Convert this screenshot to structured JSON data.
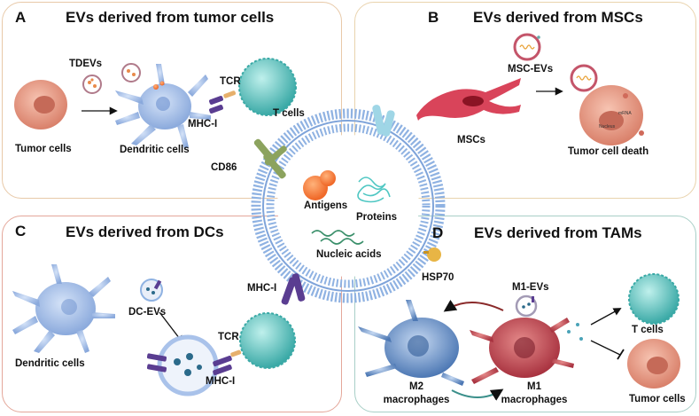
{
  "panels": {
    "A": {
      "letter": "A",
      "title": "EVs derived from tumor cells"
    },
    "B": {
      "letter": "B",
      "title": "EVs derived from MSCs"
    },
    "C": {
      "letter": "C",
      "title": "EVs derived from DCs"
    },
    "D": {
      "letter": "D",
      "title": "EVs derived from TAMs"
    }
  },
  "labels": {
    "tdevs": "TDEVs",
    "tumor_cells": "Tumor cells",
    "dendritic_cells_a": "Dendritic cells",
    "tcr_a": "TCR",
    "mhc1_a": "MHC-I",
    "t_cells_a": "T cells",
    "msc_evs": "MSC-EVs",
    "mscs": "MSCs",
    "tumor_cell_death": "Tumor cell death",
    "dendritic_cells_c": "Dendritic cells",
    "dc_evs": "DC-EVs",
    "tcr_c": "TCR",
    "mhc1_c": "MHC-I",
    "m1_evs": "M1-EVs",
    "t_cells_d": "T cells",
    "tumor_cells_d": "Tumor cells",
    "m2_line1": "M2",
    "m2_line2": "macrophages",
    "m1_line1": "M1",
    "m1_line2": "macrophages",
    "nucleus": "Nucleus",
    "mrna": "mRNA"
  },
  "center": {
    "cd86": "CD86",
    "antigens": "Antigens",
    "proteins": "Proteins",
    "nucleic_acids": "Nucleic acids",
    "hsp70": "HSP70",
    "mhc1": "MHC-I"
  },
  "colors": {
    "vesicle": "#8fb2e2",
    "tumor": "#e9a08a",
    "tcell": "#6fcbc7",
    "dendritic": "#a9c2ea",
    "msc": "#d9445a",
    "m1": "#c9505a",
    "m2": "#6e95c8",
    "mhc": "#5a3d91",
    "cd86": "#8ca35e",
    "hsp70": "#e8b545"
  }
}
